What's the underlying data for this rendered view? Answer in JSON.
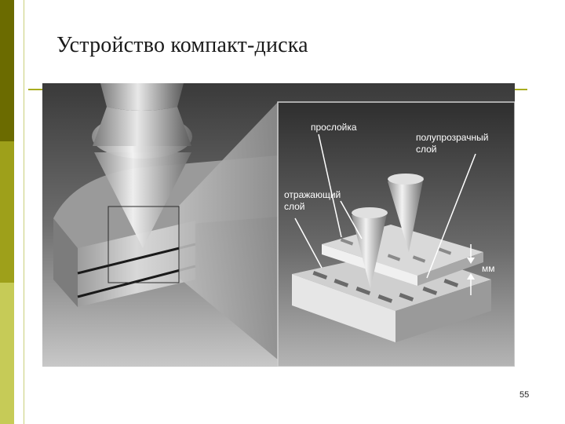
{
  "slide": {
    "title": "Устройство компакт-диска",
    "page_number": "55"
  },
  "figure": {
    "labels": {
      "interlayer": "прослойка",
      "semitransparent_line1": "полупрозрачный",
      "semitransparent_line2": "слой",
      "reflective_line1": "отражающий",
      "reflective_line2": "слой",
      "unit": "мм"
    }
  },
  "colors": {
    "accent_olive_dark": "#6b6b00",
    "accent_olive": "#a8ad1f",
    "accent_olive_light": "#d4d98a"
  }
}
